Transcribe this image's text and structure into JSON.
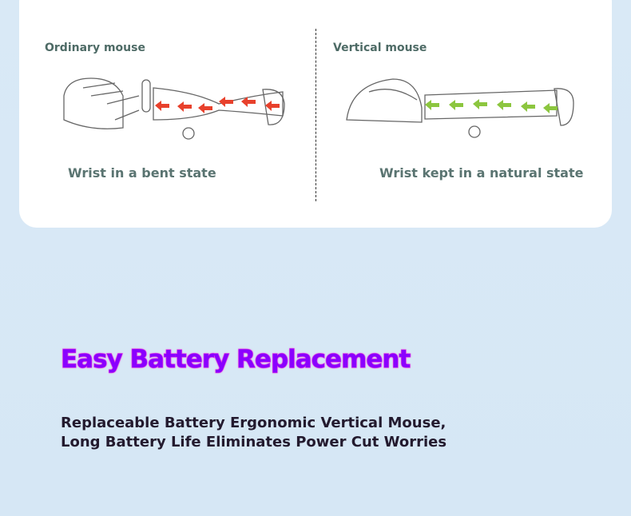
{
  "comparison": {
    "left": {
      "label": "Ordinary mouse",
      "caption": "Wrist in a bent state",
      "arrow_color": "#e8412c"
    },
    "right": {
      "label": "Vertical mouse",
      "caption": "Wrist kept in a natural state",
      "arrow_color": "#8cc63f"
    }
  },
  "feature": {
    "title": "Easy Battery Replacement",
    "subtitle_line1": "Replaceable Battery Ergonomic Vertical Mouse,",
    "subtitle_line2": "Long Battery Life Eliminates Power Cut Worries"
  }
}
